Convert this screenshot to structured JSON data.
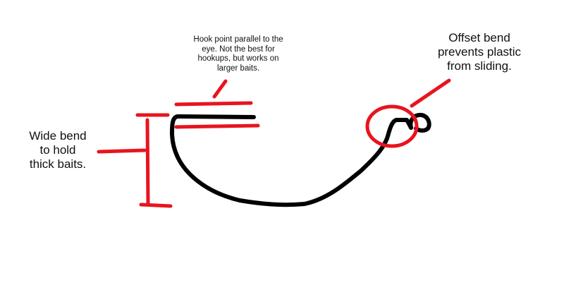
{
  "colors": {
    "hook": "#000000",
    "annotation": "#e8141e",
    "text": "#111111",
    "background": "#ffffff"
  },
  "annotations": {
    "hook_point": "Hook point parallel to the\neye. Not the best for\nhookups, but works on\nlarger baits.",
    "offset_bend": "Offset bend\nprevents plastic\nfrom sliding.",
    "wide_bend": "Wide bend\nto hold\nthick baits."
  }
}
